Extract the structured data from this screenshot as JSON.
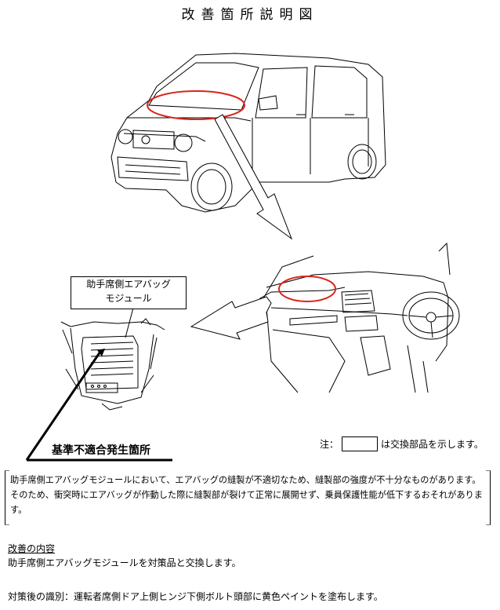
{
  "title": "改善箇所説明図",
  "label_box": {
    "line1": "助手席側エアバッグ",
    "line2": "モジュール"
  },
  "defect_label": "基準不適合発生箇所",
  "note": {
    "prefix": "注：",
    "suffix": "は交換部品を示します。"
  },
  "description": "助手席側エアバッグモジュールにおいて、エアバッグの縫製が不適切なため、縫製部の強度が不十分なものがあります。そのため、衝突時にエアバッグが作動した際に縫製部が裂けて正常に展開せず、乗員保護性能が低下するおそれがあります。",
  "remedy": {
    "heading": "改善の内容",
    "text": "助手席側エアバッグモジュールを対策品と交換します。"
  },
  "identification": "対策後の識別：運転者席側ドア上側ヒンジ下側ボルト頭部に黄色ペイントを塗布します。",
  "colors": {
    "highlight_ellipse": "#d9261c",
    "line": "#000000"
  }
}
